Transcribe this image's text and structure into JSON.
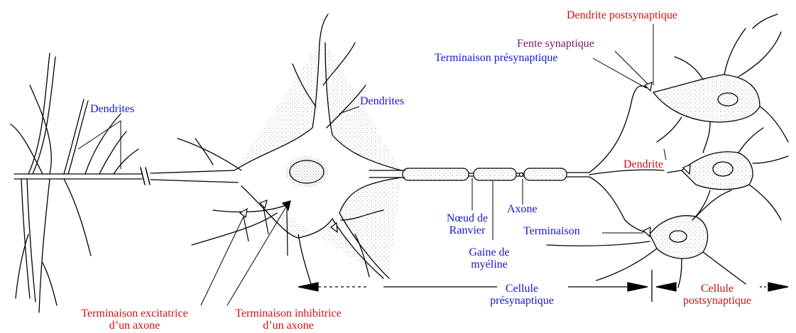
{
  "colors": {
    "blue": "#1515d0",
    "red": "#cc1111",
    "purple": "#7a1470",
    "ink": "#000000"
  },
  "labels": {
    "dendrites_left": "Dendrites",
    "dendrites_soma": "Dendrites",
    "dendrite_postsynaptique": "Dendrite postsynaptique",
    "fente_synaptique": "Fente synaptique",
    "terminaison_presynaptique": "Terminaison présynaptique",
    "dendrite": "Dendrite",
    "noeud_de_ranvier": [
      "Nœud de",
      "Ranvier"
    ],
    "axone": "Axone",
    "terminaison": "Terminaison",
    "gaine_de_myeline": [
      "Gaine de",
      "myéline"
    ],
    "cellule_presynaptique": [
      "Cellule",
      "présynaptique"
    ],
    "cellule_postsynaptique": [
      "Cellule",
      "postsynaptique"
    ],
    "terminaison_excitatrice": [
      "Terminaison excitatrice",
      "d’un axone"
    ],
    "terminaison_inhibitrice": [
      "Terminaison inhibitrice",
      "d’un axone"
    ]
  }
}
